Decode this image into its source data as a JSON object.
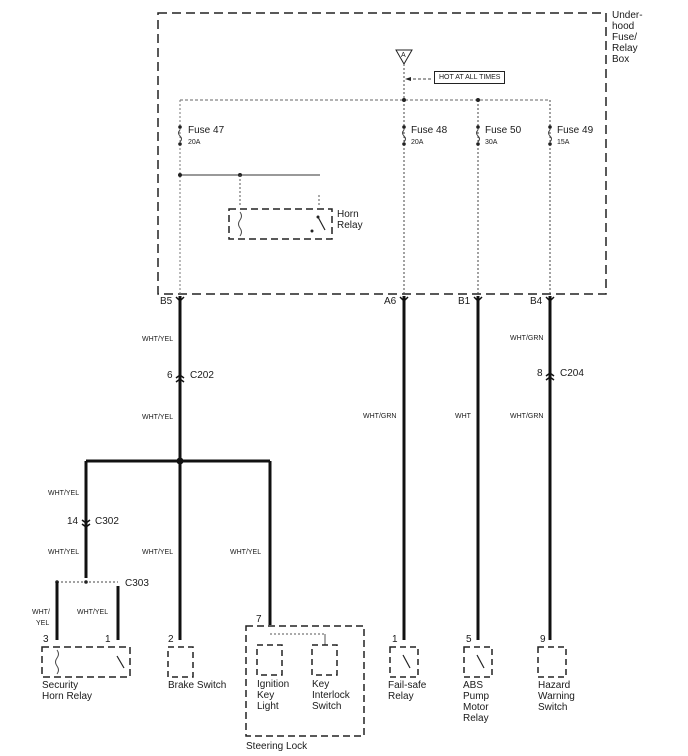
{
  "fuse_box": {
    "label_lines": [
      "Under-",
      "hood",
      "Fuse/",
      "Relay",
      "Box"
    ],
    "source_marker": "A",
    "hot_label": "HOT AT ALL TIMES",
    "fuses": [
      {
        "name": "Fuse 47",
        "rating": "20A"
      },
      {
        "name": "Fuse 48",
        "rating": "20A"
      },
      {
        "name": "Fuse 50",
        "rating": "30A"
      },
      {
        "name": "Fuse 49",
        "rating": "15A"
      }
    ],
    "horn_relay": [
      "Horn",
      "Relay"
    ],
    "terminals": [
      "B5",
      "A6",
      "B1",
      "B4"
    ]
  },
  "wires": {
    "b5_upper": "WHT/YEL",
    "b5_lower": "WHT/YEL",
    "a6": "WHT/GRN",
    "b1": "WHT",
    "b4_upper": "WHT/GRN",
    "b4_lower": "WHT/GRN",
    "branch_left_upper": "WHT/YEL",
    "branch_left_lower": "WHT/YEL",
    "branch_mid": "WHT/YEL",
    "branch_right": "WHT/YEL",
    "sec_left_1": "WHT/",
    "sec_left_2": "YEL",
    "sec_right": "WHT/YEL"
  },
  "connectors": {
    "c202": {
      "pin": "6",
      "name": "C202"
    },
    "c204": {
      "pin": "8",
      "name": "C204"
    },
    "c302": {
      "pin": "14",
      "name": "C302"
    },
    "c303": {
      "name": "C303"
    }
  },
  "components": {
    "security_horn_relay": {
      "pins": [
        "3",
        "1"
      ],
      "label_lines": [
        "Security",
        "Horn Relay"
      ]
    },
    "brake_switch": {
      "pin": "2",
      "label": "Brake Switch"
    },
    "steering_lock": {
      "pin": "7",
      "label": "Steering Lock",
      "ignition_key_light": [
        "Ignition",
        "Key",
        "Light"
      ],
      "key_interlock_switch": [
        "Key",
        "Interlock",
        "Switch"
      ]
    },
    "fail_safe_relay": {
      "pin": "1",
      "label_lines": [
        "Fail-safe",
        "Relay"
      ]
    },
    "abs_pump_motor_relay": {
      "pin": "5",
      "label_lines": [
        "ABS",
        "Pump",
        "Motor",
        "Relay"
      ]
    },
    "hazard_warning_switch": {
      "pin": "9",
      "label_lines": [
        "Hazard",
        "Warning",
        "Switch"
      ]
    }
  }
}
